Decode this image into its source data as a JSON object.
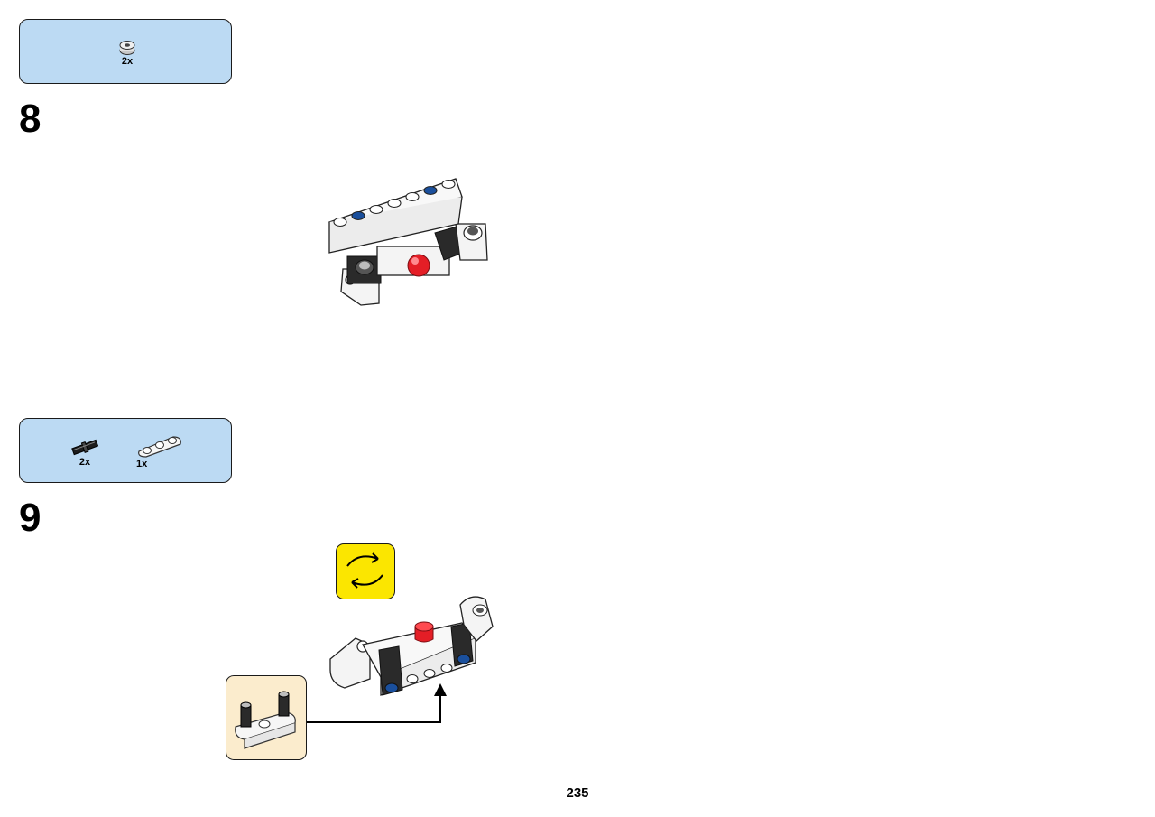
{
  "steps": [
    {
      "number": "8",
      "parts": [
        {
          "icon": "bush-icon",
          "quantity": "2x"
        }
      ]
    },
    {
      "number": "9",
      "parts": [
        {
          "icon": "axle-pin-icon",
          "quantity": "2x"
        },
        {
          "icon": "beam-3-icon",
          "quantity": "1x"
        }
      ]
    }
  ],
  "page_number": "235",
  "colors": {
    "parts_box": "#bcdaf3",
    "rotate_box": "#fbe600",
    "callout_box": "#fbeccd",
    "accent_red": "#e41e26",
    "accent_blue": "#1a4f9c"
  }
}
